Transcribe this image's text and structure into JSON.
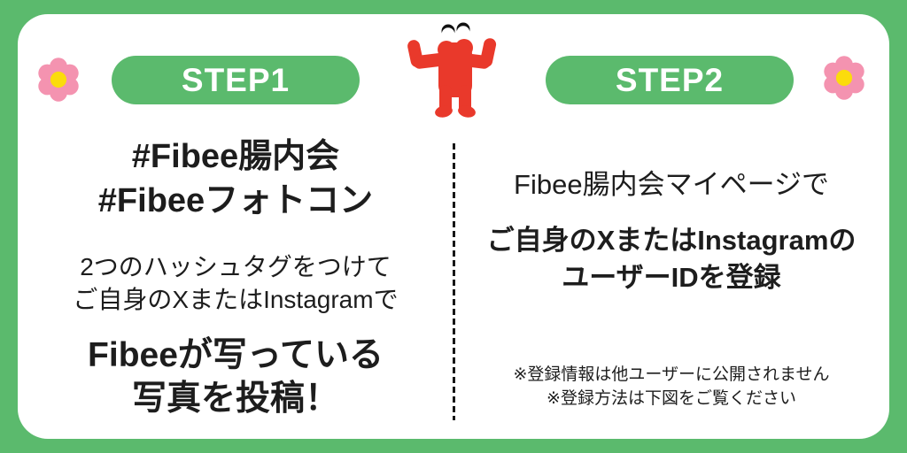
{
  "meta": {
    "type": "campaign-step-infographic"
  },
  "colors": {
    "background_green": "#5BBA6D",
    "card_white": "#FFFFFF",
    "badge_green": "#5BBA6D",
    "text_black": "#1D1D1D",
    "mascot_red": "#E9392B",
    "flower_pink": "#F493B0",
    "flower_yellow": "#FBDC0C",
    "divider_black": "#161616"
  },
  "step1": {
    "badge_label": "STEP1",
    "hashtag_line1": "#Fibee腸内会",
    "hashtag_line2": "#Fibeeフォトコン",
    "desc_line1": "2つのハッシュタグをつけて",
    "desc_line2": "ご自身のXまたはInstagramで",
    "action_line1": "Fibeeが写っている",
    "action_line2": "写真を投稿！"
  },
  "step2": {
    "badge_label": "STEP2",
    "intro": "Fibee腸内会マイページで",
    "action_line1": "ご自身のXまたはInstagramの",
    "action_line2": "ユーザーIDを登録",
    "note_line1": "※登録情報は他ユーザーに公開されません",
    "note_line2": "※登録方法は下図をご覧ください"
  },
  "decorations": {
    "mascot": "fibee-red-mascot",
    "flower_left": "pink-flower-icon",
    "flower_right": "pink-flower-icon"
  }
}
